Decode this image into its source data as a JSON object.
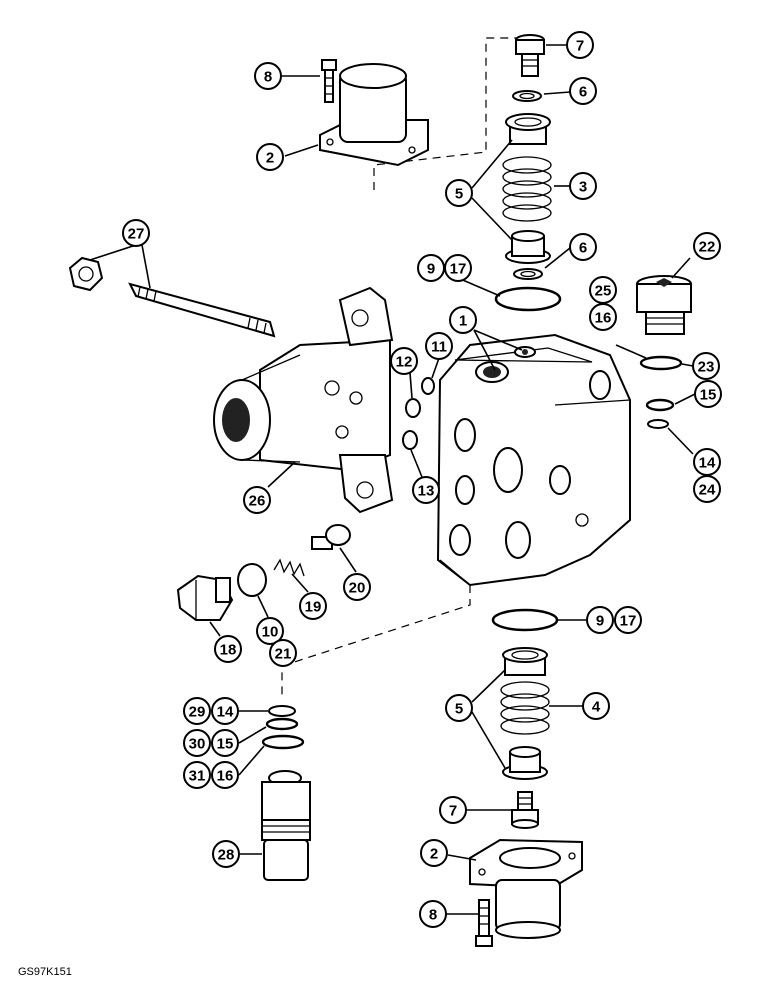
{
  "figure_code": "GS97K151",
  "callout_labels": {
    "c1": "1",
    "c2a": "2",
    "c2b": "2",
    "c3": "3",
    "c4": "4",
    "c5a": "5",
    "c5b": "5",
    "c6a": "6",
    "c6b": "6",
    "c7a": "7",
    "c7b": "7",
    "c8a": "8",
    "c8b": "8",
    "c9a": "9",
    "c9b": "9",
    "c10": "10",
    "c11": "11",
    "c12": "12",
    "c13": "13",
    "c14a": "14",
    "c14b": "14",
    "c15a": "15",
    "c15b": "15",
    "c16a": "16",
    "c16b": "16",
    "c17a": "17",
    "c17b": "17",
    "c18": "18",
    "c19": "19",
    "c20": "20",
    "c21": "21",
    "c22": "22",
    "c23": "23",
    "c24": "24",
    "c25": "25",
    "c26": "26",
    "c27": "27",
    "c28": "28",
    "c29": "29",
    "c30": "30",
    "c31": "31"
  }
}
